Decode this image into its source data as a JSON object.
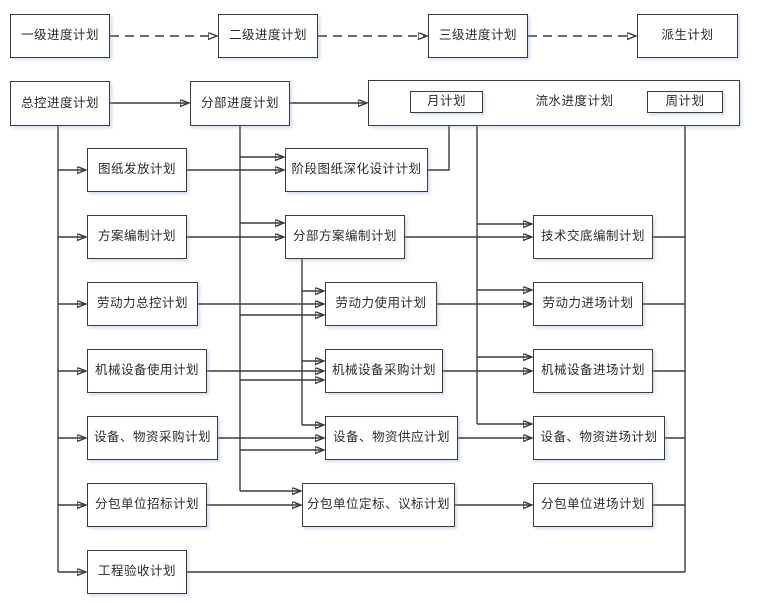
{
  "diagram_type": "flowchart",
  "colors": {
    "background": "#ffffff",
    "box_fill": "#ffffff",
    "box_border": "#3c3c3c",
    "connector": "#3c3c3c",
    "text": "#2b2b2b"
  },
  "nodes": {
    "level1": "一级进度计划",
    "level2": "二级进度计划",
    "level3": "三级进度计划",
    "derived": "派生计划",
    "master": "总控进度计划",
    "section": "分部进度计划",
    "monthly": "月计划",
    "flow": "流水进度计划",
    "weekly": "周计划",
    "drawing_issue": "图纸发放计划",
    "stage_drawing": "阶段图纸深化设计计划",
    "scheme": "方案编制计划",
    "section_scheme": "分部方案编制计划",
    "tech_disclosure": "技术交底编制计划",
    "labor_master": "劳动力总控计划",
    "labor_use": "劳动力使用计划",
    "labor_entry": "劳动力进场计划",
    "machine_use": "机械设备使用计划",
    "machine_purchase": "机械设备采购计划",
    "machine_entry": "机械设备进场计划",
    "material_purchase": "设备、物资采购计划",
    "material_supply": "设备、物资供应计划",
    "material_entry": "设备、物资进场计划",
    "subcontract_bid": "分包单位招标计划",
    "subcontract_award": "分包单位定标、议标计划",
    "subcontract_entry": "分包单位进场计划",
    "acceptance": "工程验收计划"
  }
}
